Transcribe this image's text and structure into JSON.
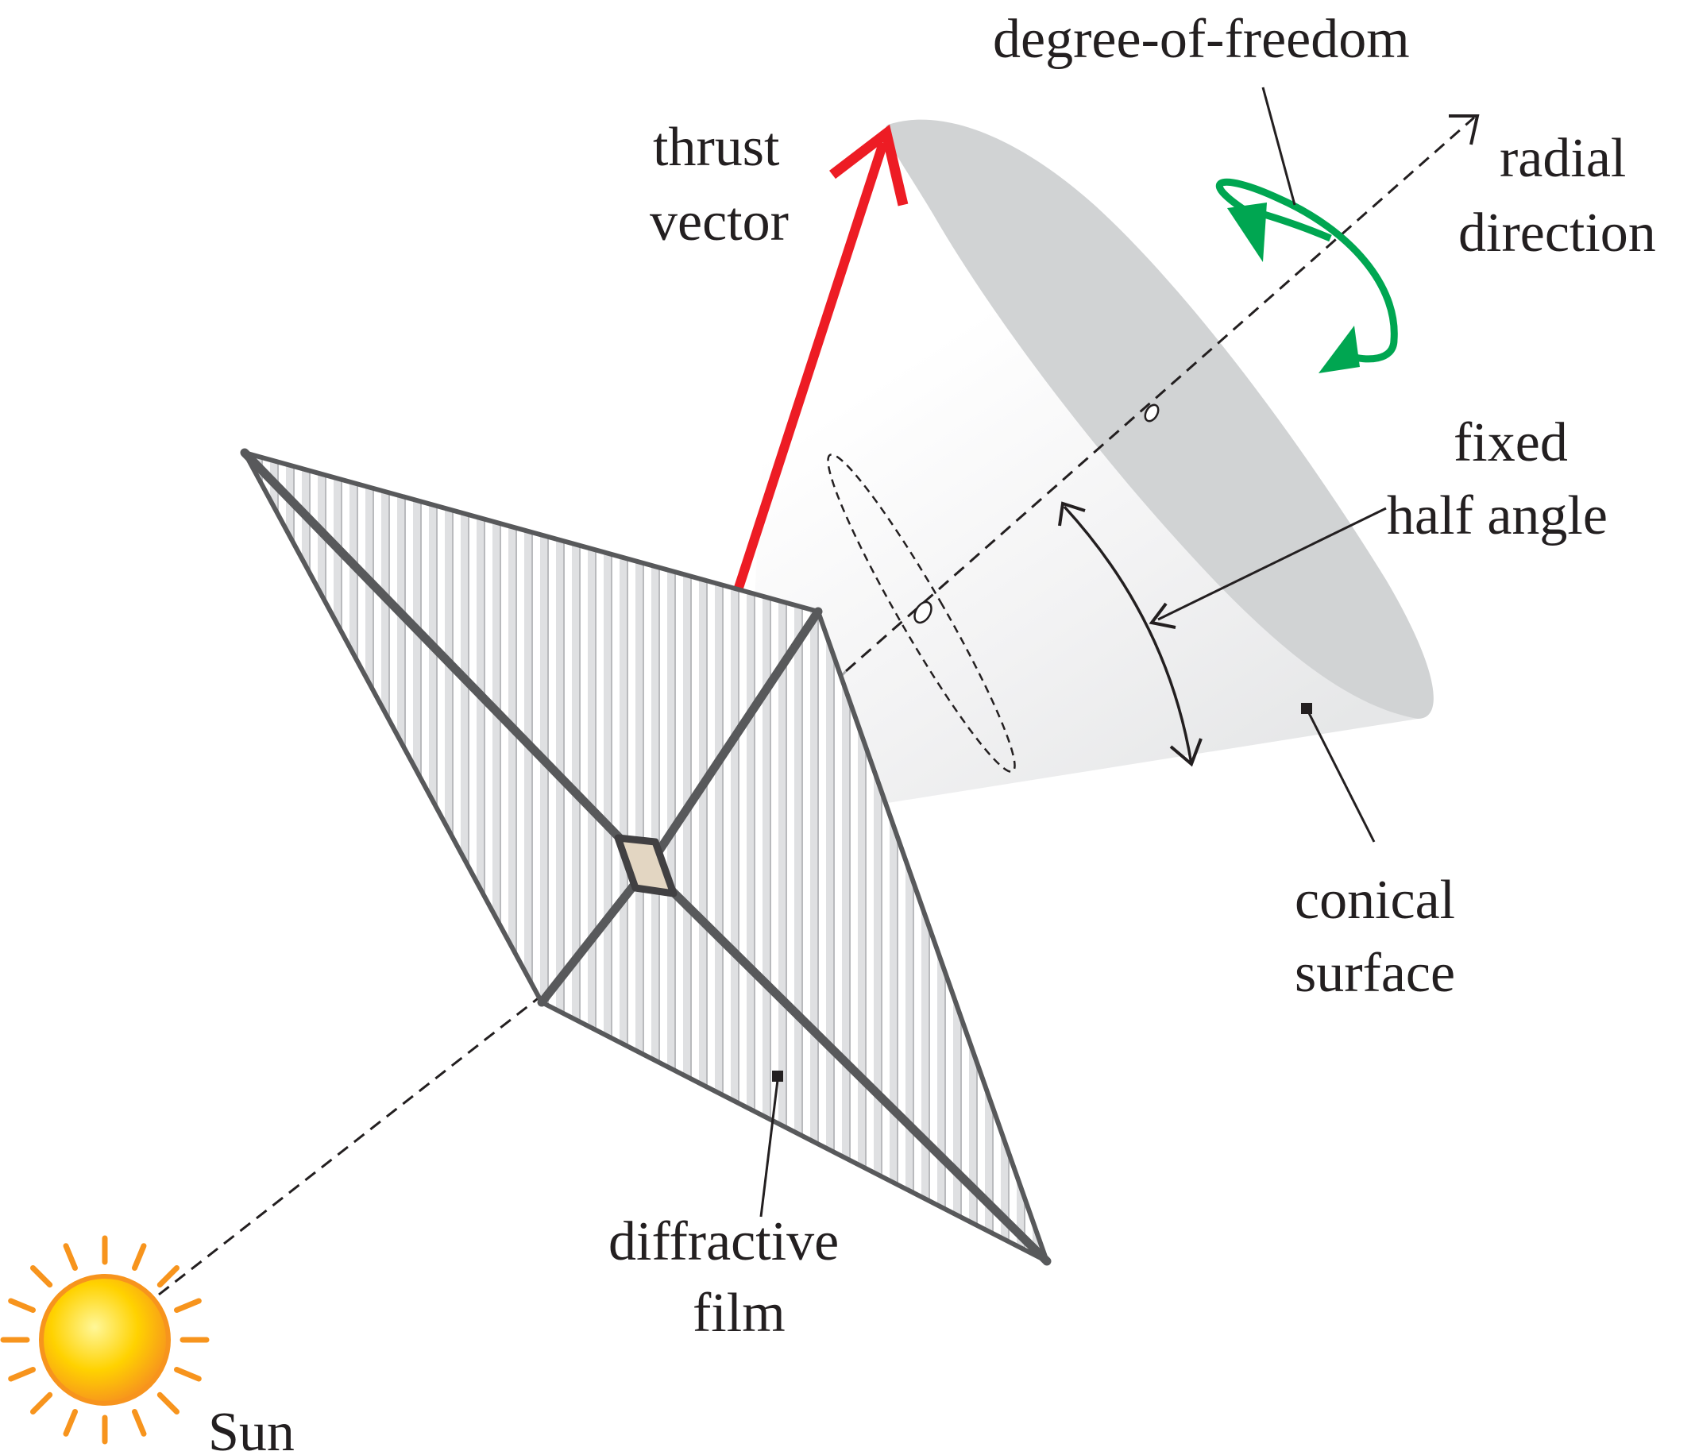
{
  "labels": {
    "degree_of_freedom": "degree-of-freedom",
    "thrust_line1": "thrust",
    "thrust_line2": "vector",
    "radial_line1": "radial",
    "radial_line2": "direction",
    "fixed_line1": "fixed",
    "fixed_line2": "half angle",
    "conical_line1": "conical",
    "conical_line2": "surface",
    "diffractive_line1": "diffractive",
    "diffractive_line2": "film",
    "sun": "Sun"
  },
  "colors": {
    "thrust_vector": "#ed1c24",
    "rotation_arrows": "#00a651",
    "cone_fill": "#d1d3d4",
    "sail_frame": "#58595b",
    "sun_rays": "#f7941d",
    "sun_core": "#ffd200",
    "text": "#231f20"
  },
  "icons": {
    "sun": "sun-icon",
    "rotation": "rotation-arrows-icon"
  }
}
